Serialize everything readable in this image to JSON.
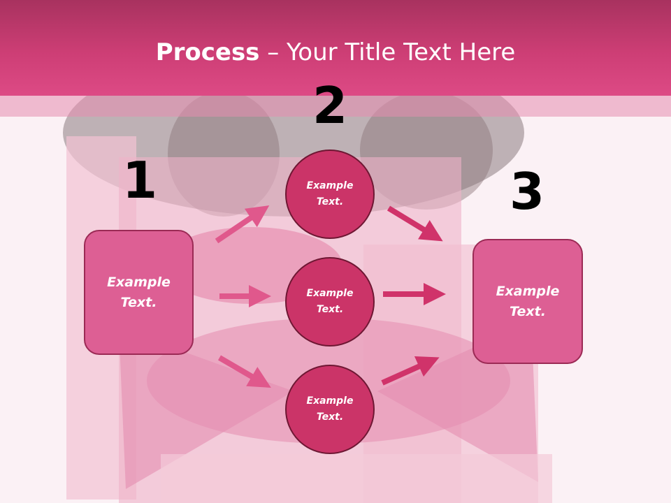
{
  "title": {
    "bold": "Process",
    "rest": " – Your Title Text Here"
  },
  "step_numbers": [
    "1",
    "2",
    "3"
  ],
  "left_box": {
    "label": "Example Text."
  },
  "circles": [
    {
      "label": "Example Text."
    },
    {
      "label": "Example Text."
    },
    {
      "label": "Example Text."
    }
  ],
  "right_box": {
    "label": "Example Text."
  },
  "colors": {
    "header": "#cd3e75",
    "box_fill": "#dd5f94",
    "circle_fill": "#cb3468",
    "arrow_left": "#e0588c",
    "arrow_right": "#d0336a"
  },
  "background_image": "pink-gift-box-with-satin-bow-and-rabbit-photo"
}
